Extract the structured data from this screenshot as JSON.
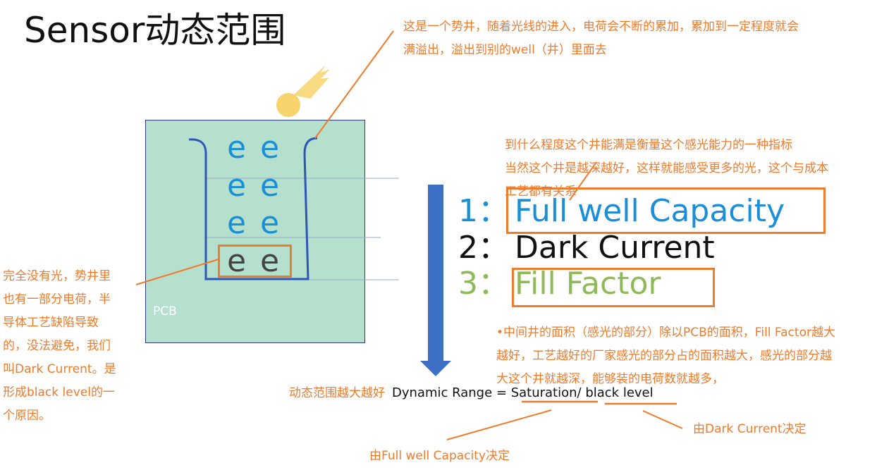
{
  "title": "Sensor动态范围",
  "notes": {
    "top": [
      "这是一个势井，随着光线的进入，电荷会不断的累加，累加到一定程度就会",
      "满溢出，溢出到别的well（井）里面去"
    ],
    "capacity": [
      "到什么程度这个井能满是衡量这个感光能力的一种指标",
      "当然这个井是越深越好，这样就能感受更多的光，这个与成本",
      "工艺都有关系"
    ],
    "fill_factor": [
      "•中间井的面积（感光的部分）除以PCB的面积，Fill Factor越大",
      "越好，工艺越好的厂家感光的部分占的面积越大，感光的部分越",
      "大这个井就越深，能够装的电荷数就越多，"
    ],
    "dark_current": [
      "完全没有光，势井里",
      "也有一部分电荷，半",
      "导体工艺缺陷导致",
      "的，没法避免，我们",
      "叫Dark Current。是",
      "形成black level的一",
      "个原因。"
    ]
  },
  "metrics": [
    {
      "num": "1：",
      "label": "Full well Capacity"
    },
    {
      "num": "2：",
      "label": "Dark Current"
    },
    {
      "num": "3：",
      "label": "Fill Factor"
    }
  ],
  "pcb_label": "PCB",
  "electron": "e",
  "dynamic_range": {
    "prefix": "动态范围越大越好",
    "formula_lhs": "Dynamic Range = ",
    "saturation": "Saturation",
    "sep": "/ ",
    "black_level": "black level"
  },
  "annotations": {
    "saturation_from": "由Full well Capacity决定",
    "black_level_from": "由Dark Current决定"
  },
  "colors": {
    "orange": "#f07a2a",
    "blue_text": "#1a8fd8",
    "green_text": "#8fba58",
    "pcb_fill": "#b4e0cd",
    "well_stroke": "#2f56b5",
    "arrow_fill": "#3d6fc4",
    "meteor": "#f7d36b"
  }
}
